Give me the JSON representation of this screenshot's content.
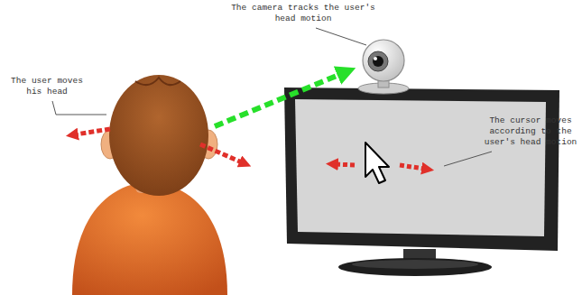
{
  "diagram": {
    "labels": [
      "The camera tracks the user's head motion",
      "The user moves his head",
      "The cursor moves according to the user's head motion"
    ]
  }
}
